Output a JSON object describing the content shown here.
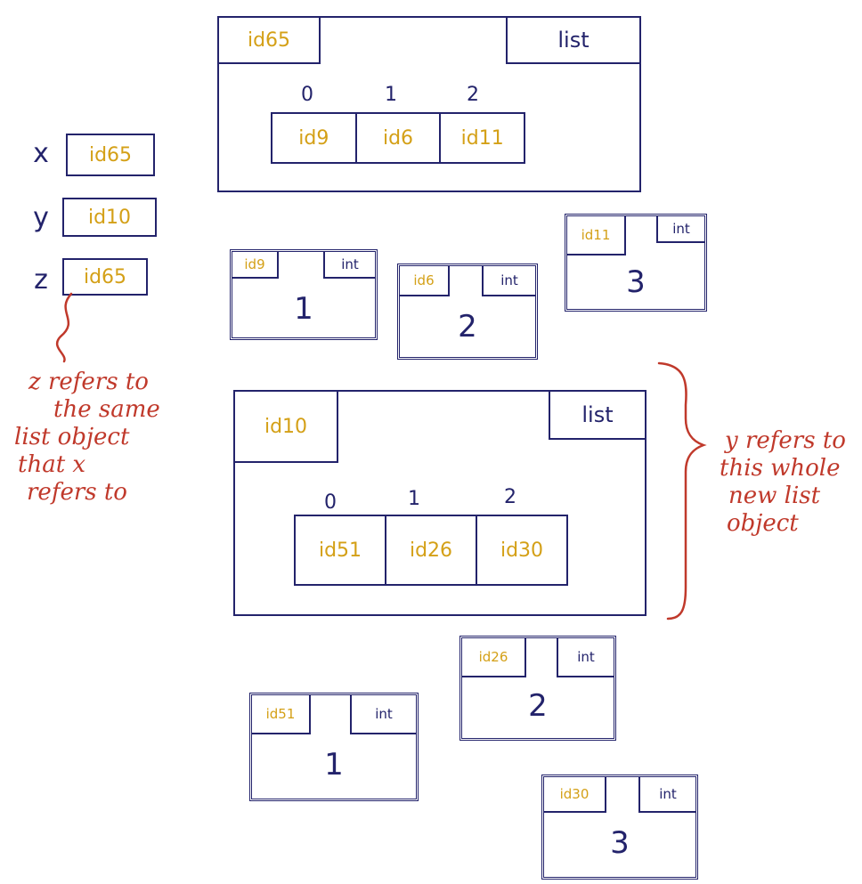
{
  "frame": {
    "variables": [
      {
        "name": "x",
        "ref": "id65"
      },
      {
        "name": "y",
        "ref": "id10"
      },
      {
        "name": "z",
        "ref": "id65"
      }
    ]
  },
  "list_objects": [
    {
      "id": "id65",
      "type": "list",
      "indices": [
        "0",
        "1",
        "2"
      ],
      "items": [
        "id9",
        "id6",
        "id11"
      ]
    },
    {
      "id": "id10",
      "type": "list",
      "indices": [
        "0",
        "1",
        "2"
      ],
      "items": [
        "id51",
        "id26",
        "id30"
      ]
    }
  ],
  "int_objects": [
    {
      "id": "id9",
      "type": "int",
      "value": "1"
    },
    {
      "id": "id6",
      "type": "int",
      "value": "2"
    },
    {
      "id": "id11",
      "type": "int",
      "value": "3"
    },
    {
      "id": "id26",
      "type": "int",
      "value": "2"
    },
    {
      "id": "id51",
      "type": "int",
      "value": "1"
    },
    {
      "id": "id30",
      "type": "int",
      "value": "3"
    }
  ],
  "annotations": {
    "z_note": [
      "z refers to",
      "the same",
      "list object",
      "that x",
      "refers to"
    ],
    "y_note": [
      "y refers to",
      "this whole",
      "new list",
      "object"
    ]
  },
  "colors": {
    "ink": "#23236b",
    "id": "#d4a017",
    "annotation": "#c0392b"
  }
}
